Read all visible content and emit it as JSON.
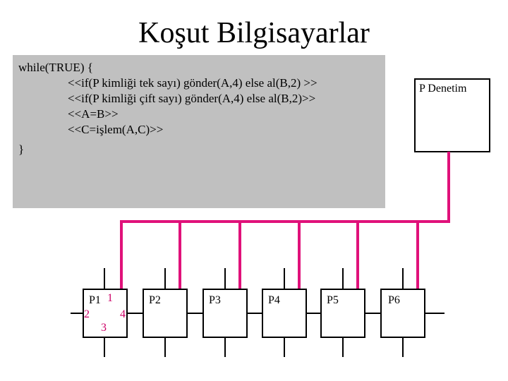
{
  "title": "Koşut Bilgisayarlar",
  "code": {
    "lines": [
      "while(TRUE) {",
      "<<if(P kimliği tek sayı) gönder(A,4) else al(B,2) >>",
      "<<if(P kimliği çift sayı) gönder(A,4) else al(B,2)>>",
      "<<A=B>>",
      "<<C=işlem(A,C)>>",
      "}"
    ]
  },
  "control": {
    "label": "P Denetim"
  },
  "processors": [
    "P1",
    "P2",
    "P3",
    "P4",
    "P5",
    "P6"
  ],
  "ports": [
    "1",
    "2",
    "3",
    "4"
  ],
  "colors": {
    "bus": "#e0117a",
    "code_bg": "#c0c0c0",
    "port_text": "#cc0066"
  }
}
